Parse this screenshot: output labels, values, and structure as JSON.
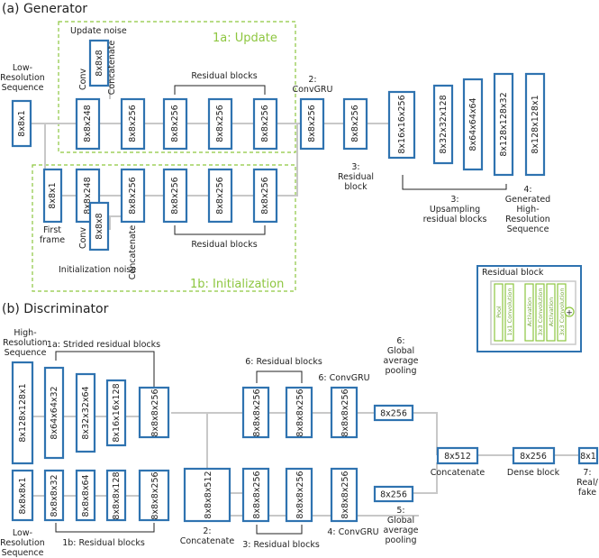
{
  "generator": {
    "title": "(a) Generator",
    "update_title": "1a: Update",
    "init_title": "1b: Initialization",
    "update_noise_label": "Update noise",
    "init_noise_label": "Initialization noise",
    "lowres_label": [
      "Low-",
      "Resolution",
      "Sequence"
    ],
    "convgru_label": [
      "2:",
      "ConvGRU"
    ],
    "residual_block_label": [
      "3:",
      "Residual",
      "block"
    ],
    "upsampling_label": [
      "3:",
      "Upsampling",
      "residual blocks"
    ],
    "generated_label": [
      "4:",
      "Generated",
      "High-",
      "Resolution",
      "Sequence"
    ],
    "first_frame_label": [
      "First",
      "frame"
    ],
    "conv_label": "Conv",
    "concat_label": "Concatenate",
    "residual_blocks_label": "Residual blocks",
    "boxes": {
      "lowres": "8x8x1",
      "update_noise": "8x8x8",
      "update_conv": "8x8x248",
      "update_concat": "8x8x256",
      "update_res": [
        "8x8x256",
        "8x8x256",
        "8x8x256"
      ],
      "convgru": "8x8x256",
      "res3": "8x8x256",
      "up": [
        "8x16x16x256",
        "8x32x32x128",
        "8x64x64x64",
        "8x128x128x32"
      ],
      "gen": "8x128x128x1",
      "first_frame": "8x8x1",
      "init_conv": "8x8x248",
      "init_noise": "8x8x8",
      "init_concat": "8x8x256",
      "init_res": [
        "8x8x256",
        "8x8x256",
        "8x8x256"
      ]
    }
  },
  "residual_block_inset": {
    "title": "Residual block",
    "layers": [
      "Pool",
      "1x1 Convolution",
      "Activation",
      "3x3 Convolution",
      "Activation",
      "3x3 Convolution"
    ],
    "add_symbol": "+"
  },
  "discriminator": {
    "title": "(b) Discriminator",
    "highres_label": [
      "High-",
      "Resolution",
      "Sequence"
    ],
    "lowres_label": [
      "Low-",
      "Resolution",
      "Sequence"
    ],
    "strided_label": "1a: Strided residual blocks",
    "res1b_label": "1b: Residual blocks",
    "concat2_label": [
      "2:",
      "Concatenate"
    ],
    "res3_label": "3: Residual blocks",
    "convgru4_label": "4: ConvGRU",
    "res6_label": "6: Residual blocks",
    "convgru6_label": "6: ConvGRU",
    "pool6_label": [
      "6:",
      "Global",
      "average",
      "pooling"
    ],
    "pool5_label": [
      "5:",
      "Global",
      "average",
      "pooling"
    ],
    "concat_label": "Concatenate",
    "dense_label": "Dense block",
    "realfake_label": [
      "7:",
      "Real/",
      "fake"
    ],
    "boxes": {
      "highres": "8x128x128x1",
      "strided": [
        "8x64x64x32",
        "8x32x32x64",
        "8x16x16x128",
        "8x8x8x256"
      ],
      "lowres": "8x8x8x1",
      "res1b": [
        "8x8x8x32",
        "8x8x8x64",
        "8x8x8x128",
        "8x8x8x256"
      ],
      "concat2": "8x8x8x512",
      "res6": [
        "8x8x8x256",
        "8x8x8x256"
      ],
      "convgru6": "8x8x8x256",
      "res3": [
        "8x8x8x256",
        "8x8x8x256"
      ],
      "convgru4": "8x8x8x256",
      "pool6": "8x256",
      "pool5": "8x256",
      "concat": "8x512",
      "dense": "8x256",
      "out": "8x1"
    }
  },
  "colors": {
    "box_stroke": "#2f73b0",
    "dashed": "#8dc63f",
    "connector": "#c8c8c8"
  }
}
